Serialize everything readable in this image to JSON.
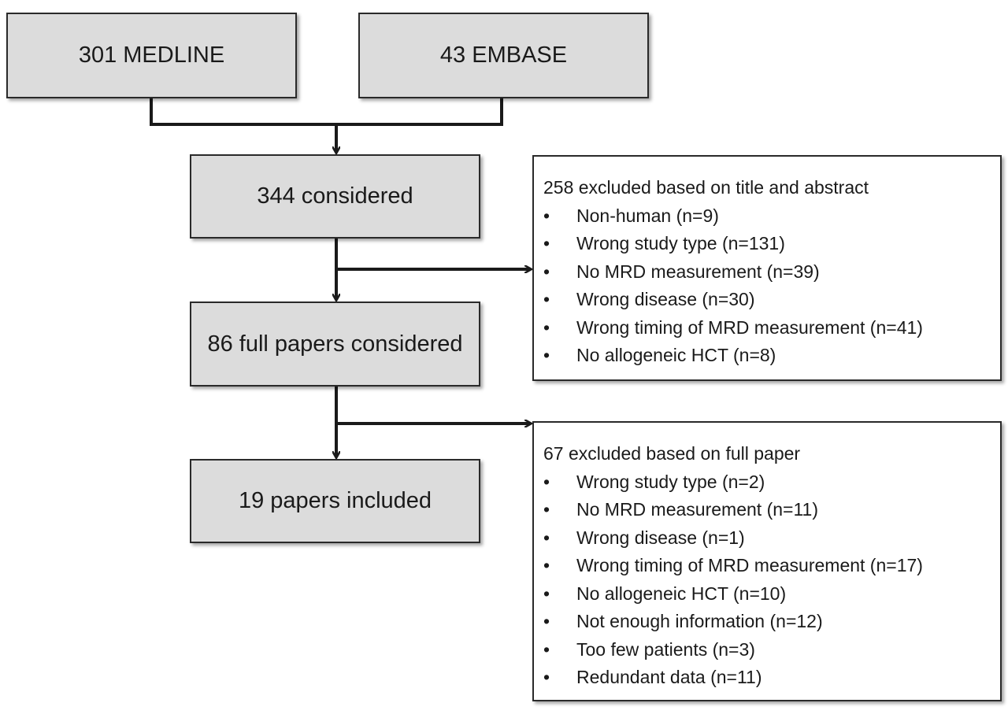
{
  "source_medline": "301 MEDLINE",
  "source_embase": "43 EMBASE",
  "step_considered": "344 considered",
  "step_full_papers": "86 full papers considered",
  "step_included": "19 papers included",
  "exclusion_1": {
    "title": "258 excluded based on title and abstract",
    "items": [
      "Non-human (n=9)",
      "Wrong study type (n=131)",
      "No MRD measurement (n=39)",
      "Wrong disease (n=30)",
      "Wrong timing of MRD measurement (n=41)",
      "No allogeneic HCT (n=8)"
    ]
  },
  "exclusion_2": {
    "title": "67 excluded based on full paper",
    "items": [
      "Wrong study type (n=2)",
      "No MRD measurement (n=11)",
      "Wrong disease (n=1)",
      "Wrong timing of MRD measurement (n=17)",
      "No allogeneic HCT (n=10)",
      "Not enough information (n=12)",
      "Too few patients (n=3)",
      "Redundant data (n=11)"
    ]
  }
}
